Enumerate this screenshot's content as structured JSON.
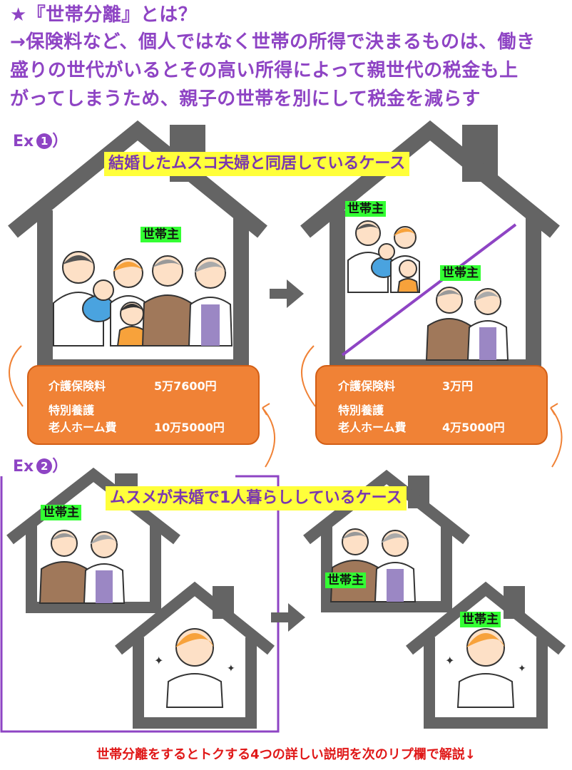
{
  "header": {
    "title": "★『世帯分離』とは？",
    "lines": [
      "→保険料など、個人ではなく世帯の所得で決まるものは、働き",
      "盛りの世代がいるとその高い所得によって親世代の税金も上",
      "がってしまうため、親子の世帯を別にして税金を減らす"
    ]
  },
  "example1": {
    "label": "Ex",
    "number": "❶",
    "close": "）",
    "banner": "結婚したムスコ夫婦と同居しているケース",
    "before": {
      "head_tag": "世帯主",
      "rows": [
        {
          "label": "介護保険料",
          "value": "5万7600円"
        },
        {
          "label": "特別養護",
          "value": ""
        },
        {
          "label": "老人ホーム費",
          "value": "10万5000円"
        }
      ]
    },
    "after": {
      "head_tag_child": "世帯主",
      "head_tag_parent": "世帯主",
      "rows": [
        {
          "label": "介護保険料",
          "value": "3万円"
        },
        {
          "label": "特別養護",
          "value": ""
        },
        {
          "label": "老人ホーム費",
          "value": "4万5000円"
        }
      ]
    }
  },
  "example2": {
    "label": "Ex",
    "number": "❷",
    "close": "）",
    "banner": "ムスメが未婚で1人暮らししているケース",
    "before": {
      "head_tag": "世帯主"
    },
    "after": {
      "head_tag_parent": "世帯主",
      "head_tag_daughter": "世帯主"
    }
  },
  "footer": "世帯分離をするとトクする4つの詳しい説明を次のリプ欄で解説↓",
  "colors": {
    "purple": "#8e44c4",
    "yellow": "#ffff3a",
    "green": "#33ff33",
    "orange": "#f08236",
    "house": "#646464",
    "red": "#e01818"
  }
}
